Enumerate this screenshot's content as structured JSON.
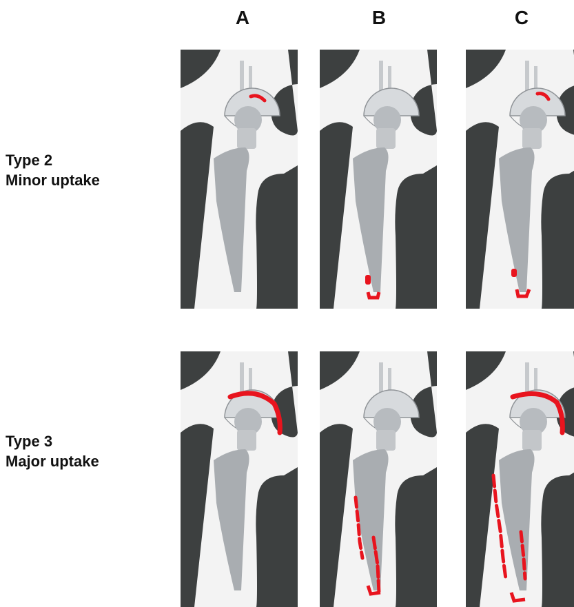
{
  "columns": [
    "A",
    "B",
    "C"
  ],
  "rows": [
    {
      "type_label": "Type 2",
      "uptake_label": "Minor uptake"
    },
    {
      "type_label": "Type 3",
      "uptake_label": "Major uptake"
    }
  ],
  "colors": {
    "soft_tissue": "#3d4040",
    "bone": "#f3f3f3",
    "implant_gray": "#a9adb1",
    "uptake_red": "#e8141e"
  }
}
